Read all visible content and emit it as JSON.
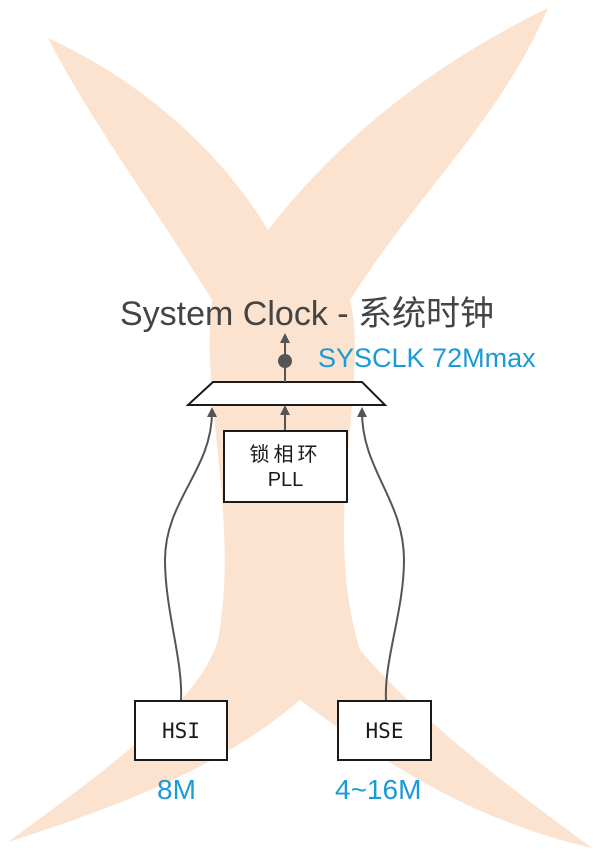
{
  "title": "System Clock - 系统时钟",
  "sysclk_label": "SYSCLK 72Mmax",
  "pll": {
    "line1": "锁相环",
    "line2": "PLL"
  },
  "hsi": {
    "label": "HSI",
    "freq": "8M"
  },
  "hse": {
    "label": "HSE",
    "freq": "4~16M"
  },
  "colors": {
    "background_shape": "#fbe3cf",
    "accent_text": "#1c9ad6",
    "line": "#555555",
    "title_text": "#444444"
  }
}
